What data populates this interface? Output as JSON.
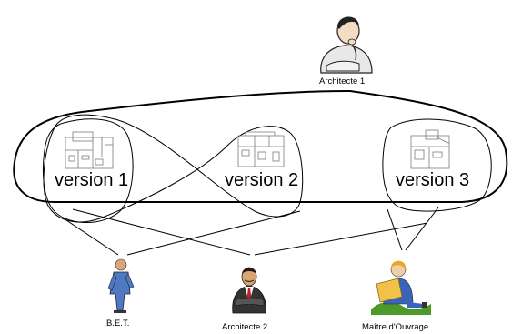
{
  "actors": {
    "architecte1": {
      "label": "Architecte 1",
      "icon": "architect-thinking-icon"
    },
    "bet": {
      "label": "B.E.T.",
      "icon": "engineer-worker-icon"
    },
    "architecte2": {
      "label": "Architecte 2",
      "icon": "architect-arms-crossed-icon"
    },
    "maitre": {
      "label": "Maître d'Ouvrage",
      "icon": "client-reading-icon"
    }
  },
  "versions": [
    {
      "label": "version 1",
      "icon": "floor-plan-icon"
    },
    {
      "label": "version 2",
      "icon": "floor-plan-icon"
    },
    {
      "label": "version 3",
      "icon": "floor-plan-icon"
    }
  ],
  "colors": {
    "outline": "#000000",
    "plan": "#7a7a7a",
    "worker_blue": "#4f79c0",
    "suit_dark": "#333333",
    "tie_red": "#c0202a",
    "client_yellow": "#f2c14a",
    "grass_green": "#4c9a2a"
  }
}
